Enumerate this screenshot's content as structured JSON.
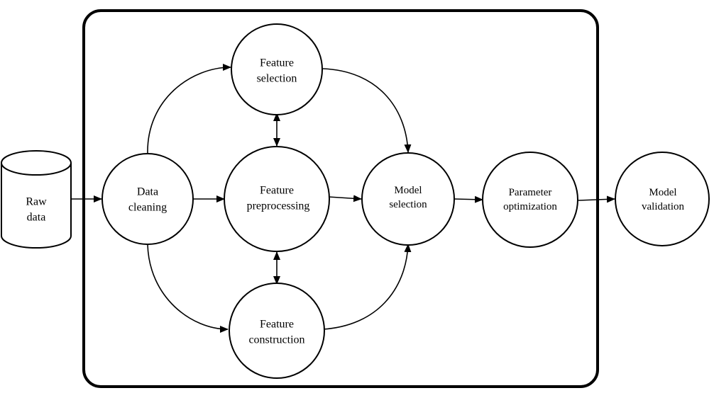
{
  "nodes": {
    "raw_data": {
      "line1": "Raw",
      "line2": "data"
    },
    "data_cleaning": {
      "line1": "Data",
      "line2": "cleaning"
    },
    "feature_selection": {
      "line1": "Feature",
      "line2": "selection"
    },
    "feature_preprocessing": {
      "line1": "Feature",
      "line2": "preprocessing"
    },
    "feature_construction": {
      "line1": "Feature",
      "line2": "construction"
    },
    "model_selection": {
      "line1": "Model",
      "line2": "selection"
    },
    "parameter_optimization": {
      "line1": "Parameter",
      "line2": "optimization"
    },
    "model_validation": {
      "line1": "Model",
      "line2": "validation"
    }
  },
  "edges": [
    {
      "from": "raw_data",
      "to": "data_cleaning"
    },
    {
      "from": "data_cleaning",
      "to": "feature_selection"
    },
    {
      "from": "data_cleaning",
      "to": "feature_preprocessing"
    },
    {
      "from": "data_cleaning",
      "to": "feature_construction"
    },
    {
      "from": "feature_selection",
      "to": "feature_preprocessing",
      "bidirectional": true
    },
    {
      "from": "feature_preprocessing",
      "to": "feature_construction",
      "bidirectional": true
    },
    {
      "from": "feature_selection",
      "to": "model_selection"
    },
    {
      "from": "feature_preprocessing",
      "to": "model_selection"
    },
    {
      "from": "feature_construction",
      "to": "model_selection"
    },
    {
      "from": "model_selection",
      "to": "parameter_optimization"
    },
    {
      "from": "parameter_optimization",
      "to": "model_validation"
    }
  ],
  "colors": {
    "stroke": "#000000",
    "fill": "#ffffff"
  }
}
